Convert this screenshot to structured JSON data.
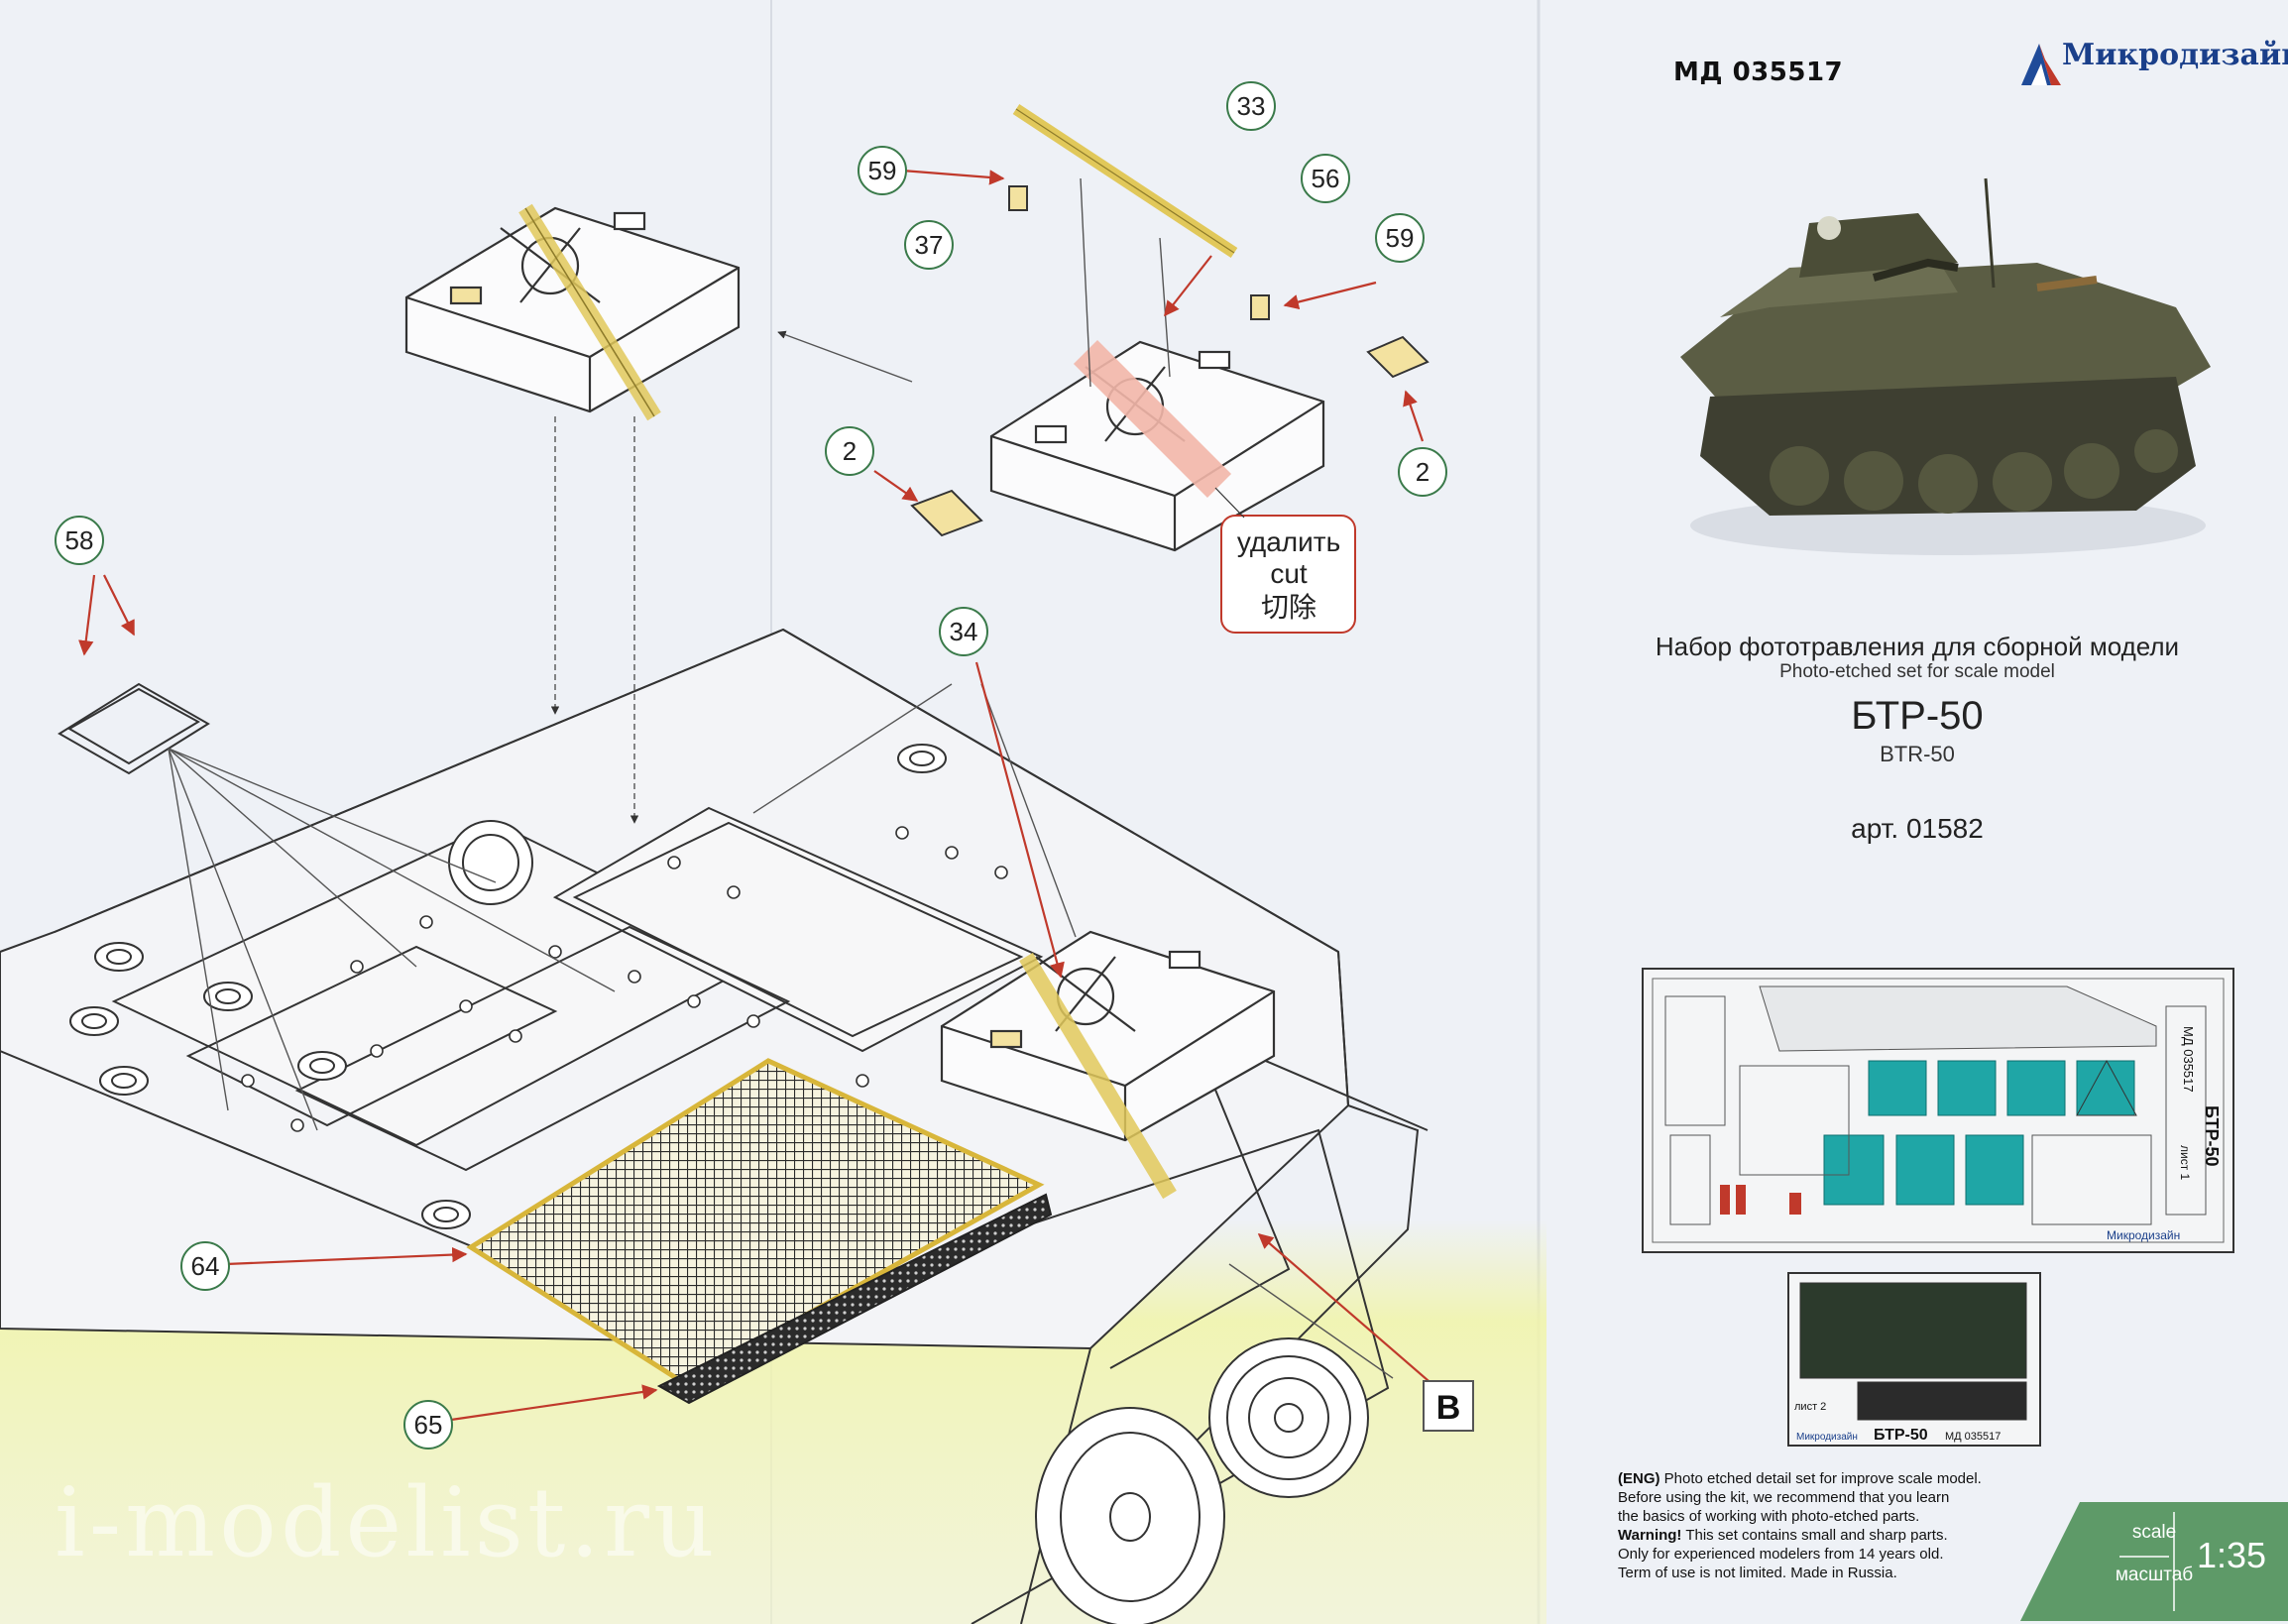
{
  "callouts": {
    "c58": "58",
    "c59a": "59",
    "c37": "37",
    "c33": "33",
    "c56": "56",
    "c59b": "59",
    "c2a": "2",
    "c2b": "2",
    "c34": "34",
    "c64": "64",
    "c65": "65"
  },
  "cut_note": {
    "ru": "удалить",
    "en": "cut",
    "cn": "切除"
  },
  "label_b": "B",
  "header": {
    "code": "МД 035517",
    "brand": "Микродизайн"
  },
  "product": {
    "title_ru": "Набор фототравления для сборной модели",
    "title_en": "Photo-etched set for scale model",
    "model_ru": "БТР-50",
    "model_en": "BTR-50",
    "article": "арт. 01582"
  },
  "fret": {
    "sheet1_code": "МД 035517",
    "sheet1_model": "БТР-50",
    "sheet1_label": "лист 1",
    "sheet2_label": "лист 2",
    "sheet2_model": "БТР-50",
    "sheet2_code": "МД 035517",
    "brand_small": "Микродизайн"
  },
  "notice": {
    "eng_tag": "(ENG)",
    "line1": "Photo etched detail set for improve scale model.",
    "line2": "Before using the kit, we recommend that you learn",
    "line3": "the basics of working with photo-etched parts.",
    "warning_tag": "Warning!",
    "line4": "This set contains small and sharp parts.",
    "line5": "Only for experienced modelers from 14 years old.",
    "line6": "Term of use is not limited. Made in Russia."
  },
  "scale": {
    "label_en": "scale",
    "label_ru": "масштаб",
    "value": "1:35"
  },
  "watermark": "i-modelist.ru",
  "colors": {
    "paper": "#eef1f6",
    "callout_ring": "#3a7a4a",
    "callout_fill": "#ffffff",
    "strap": "#f3e2a0",
    "cut_strap": "#f2b6a8",
    "fret_teal": "#1fa6a6",
    "brand_blue": "#1a3f8a",
    "scale_green": "#5e9a68",
    "yellow_wash": "#f1f4a8"
  }
}
